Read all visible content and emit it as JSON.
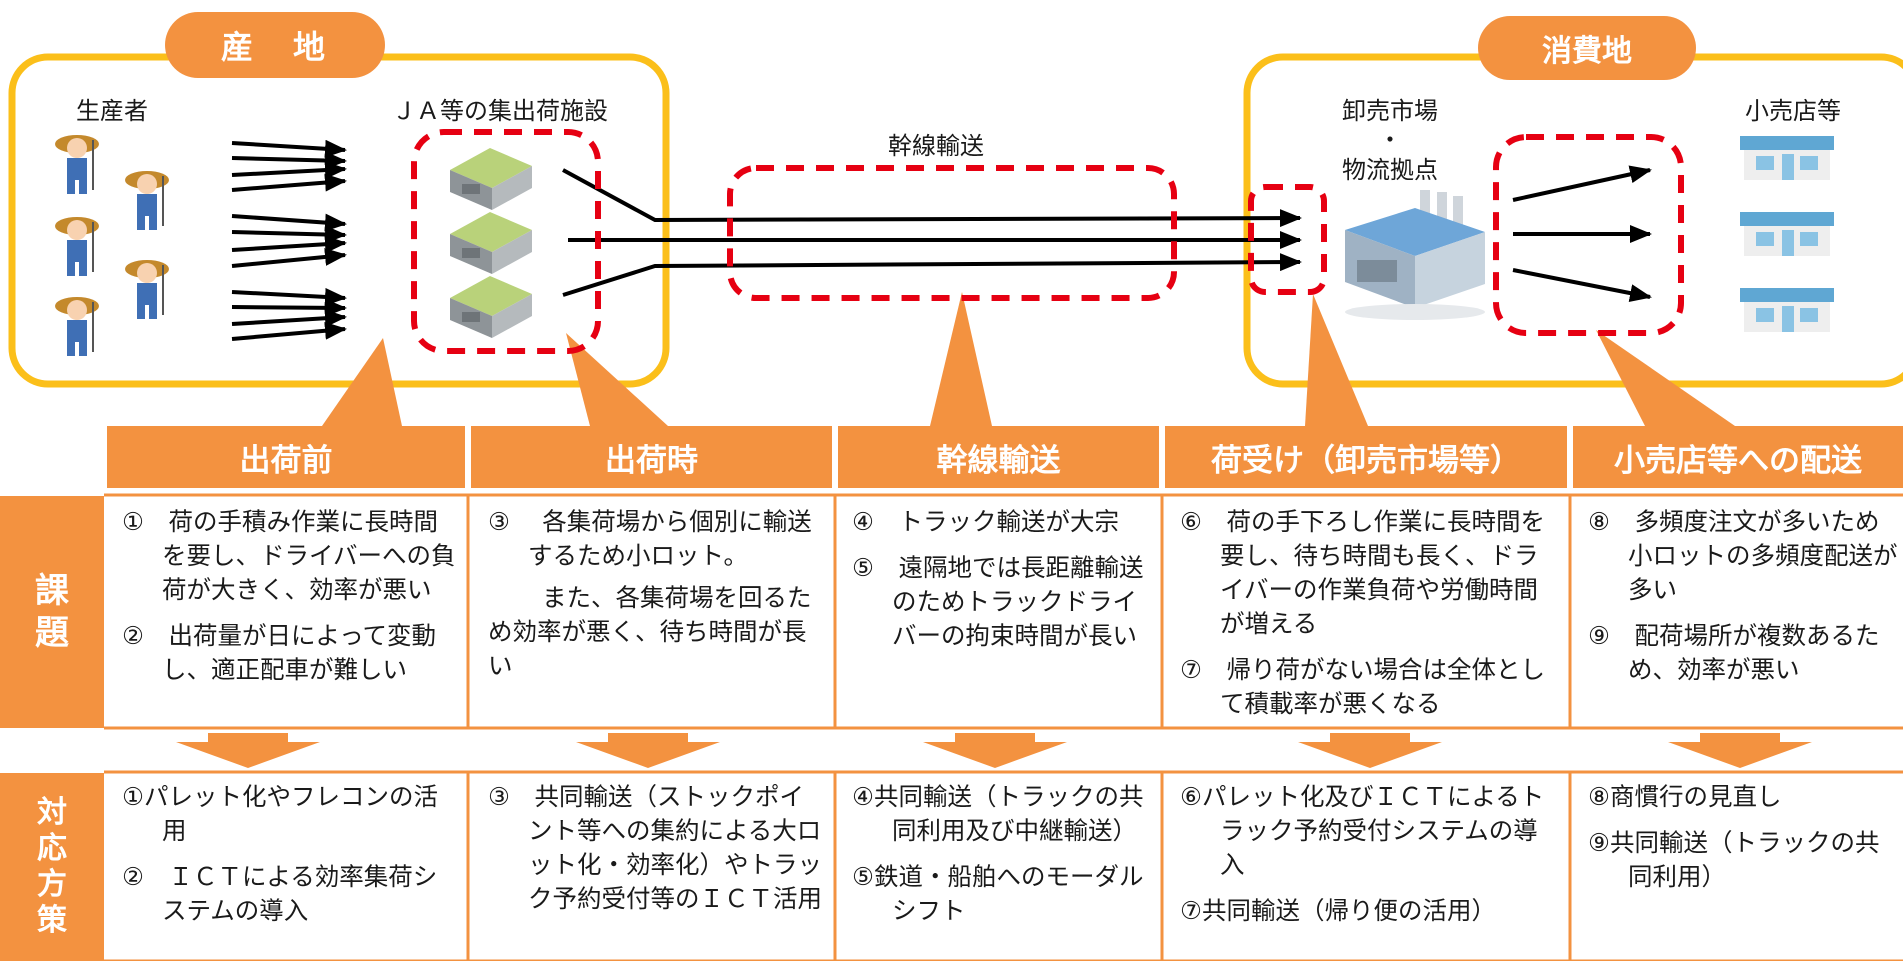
{
  "top": {
    "origin_tag": "産　地",
    "consumption_tag": "消費地",
    "producers_label": "生産者",
    "ja_label": "ＪＡ等の集出荷施設",
    "trunk_label": "幹線輸送",
    "wholesale_label_line1": "卸売市場",
    "wholesale_label_line2": "・",
    "wholesale_label_line3": "物流拠点",
    "retail_label": "小売店等"
  },
  "columns": [
    {
      "header": "出荷前"
    },
    {
      "header": "出荷時"
    },
    {
      "header": "幹線輸送"
    },
    {
      "header": "荷受け（卸売市場等）"
    },
    {
      "header": "小売店等への配送"
    }
  ],
  "rows": {
    "issues_label": [
      "課",
      "題"
    ],
    "measures_label": [
      "対",
      "応",
      "方",
      "策"
    ]
  },
  "issues": {
    "col1": [
      "①　荷の手積み作業に長時間を要し、ドライバーへの負荷が大きく、効率が悪い",
      "②　出荷量が日によって変動し、適正配車が難しい"
    ],
    "col2": [
      "③　 各集荷場から個別に輸送するため小ロット。",
      "また、各集荷場を回るため効率が悪く、待ち時間が長い"
    ],
    "col3": [
      "④　トラック輸送が大宗",
      "⑤　遠隔地では長距離輸送のためトラックドライバーの拘束時間が長い"
    ],
    "col4": [
      "⑥　荷の手下ろし作業に長時間を要し、待ち時間も長く、ドライバーの作業負荷や労働時間が増える",
      "⑦　帰り荷がない場合は全体として積載率が悪くなる"
    ],
    "col5": [
      "⑧　多頻度注文が多いため小ロットの多頻度配送が多い",
      "⑨　配荷場所が複数あるため、効率が悪い"
    ]
  },
  "measures": {
    "col1": [
      "①パレット化やフレコンの活用",
      "②　ＩＣＴによる効率集荷システムの導入"
    ],
    "col2": [
      "③　共同輸送（ストックポイント等への集約による大ロット化・効率化）やトラック予約受付等のＩＣＴ活用"
    ],
    "col3": [
      "④共同輸送（トラックの共同利用及び中継輸送）",
      "⑤鉄道・船舶へのモーダルシフト"
    ],
    "col4": [
      "⑥パレット化及びＩＣＴによるトラック予約受付システムの導入",
      "⑦共同輸送（帰り便の活用）"
    ],
    "col5": [
      "⑧商慣行の見直し",
      "⑨共同輸送（トラックの共同利用）"
    ]
  },
  "colors": {
    "orange": "#f39240",
    "frame_yellow": "#fbbf1a",
    "dash_red": "#e60012",
    "arrow_black": "#000000"
  }
}
